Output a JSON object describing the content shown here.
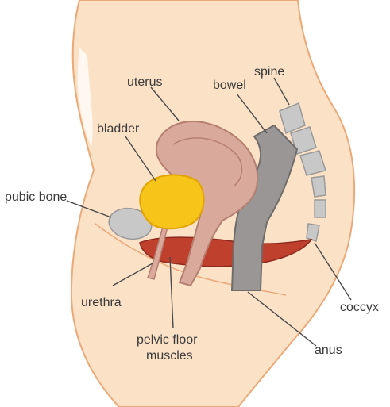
{
  "diagram": {
    "labels": {
      "uterus": "uterus",
      "bowel": "bowel",
      "spine": "spine",
      "bladder": "bladder",
      "pubic_bone": "pubic bone",
      "urethra": "urethra",
      "pelvic_floor_line1": "pelvic floor",
      "pelvic_floor_line2": "muscles",
      "coccyx": "coccyx",
      "anus": "anus"
    },
    "colors": {
      "skin": "#fbe1c6",
      "skin_outline": "#eba978",
      "uterus": "#d9aa9c",
      "uterus_outline": "#b47e70",
      "bladder": "#f7c51a",
      "bladder_outline": "#e0a300",
      "bowel": "#9a9696",
      "bowel_outline": "#6f6c6c",
      "muscle": "#c0402e",
      "muscle_outline": "#8e2a1d",
      "bone": "#c8c8c8",
      "bone_outline": "#9a9a9a"
    }
  }
}
